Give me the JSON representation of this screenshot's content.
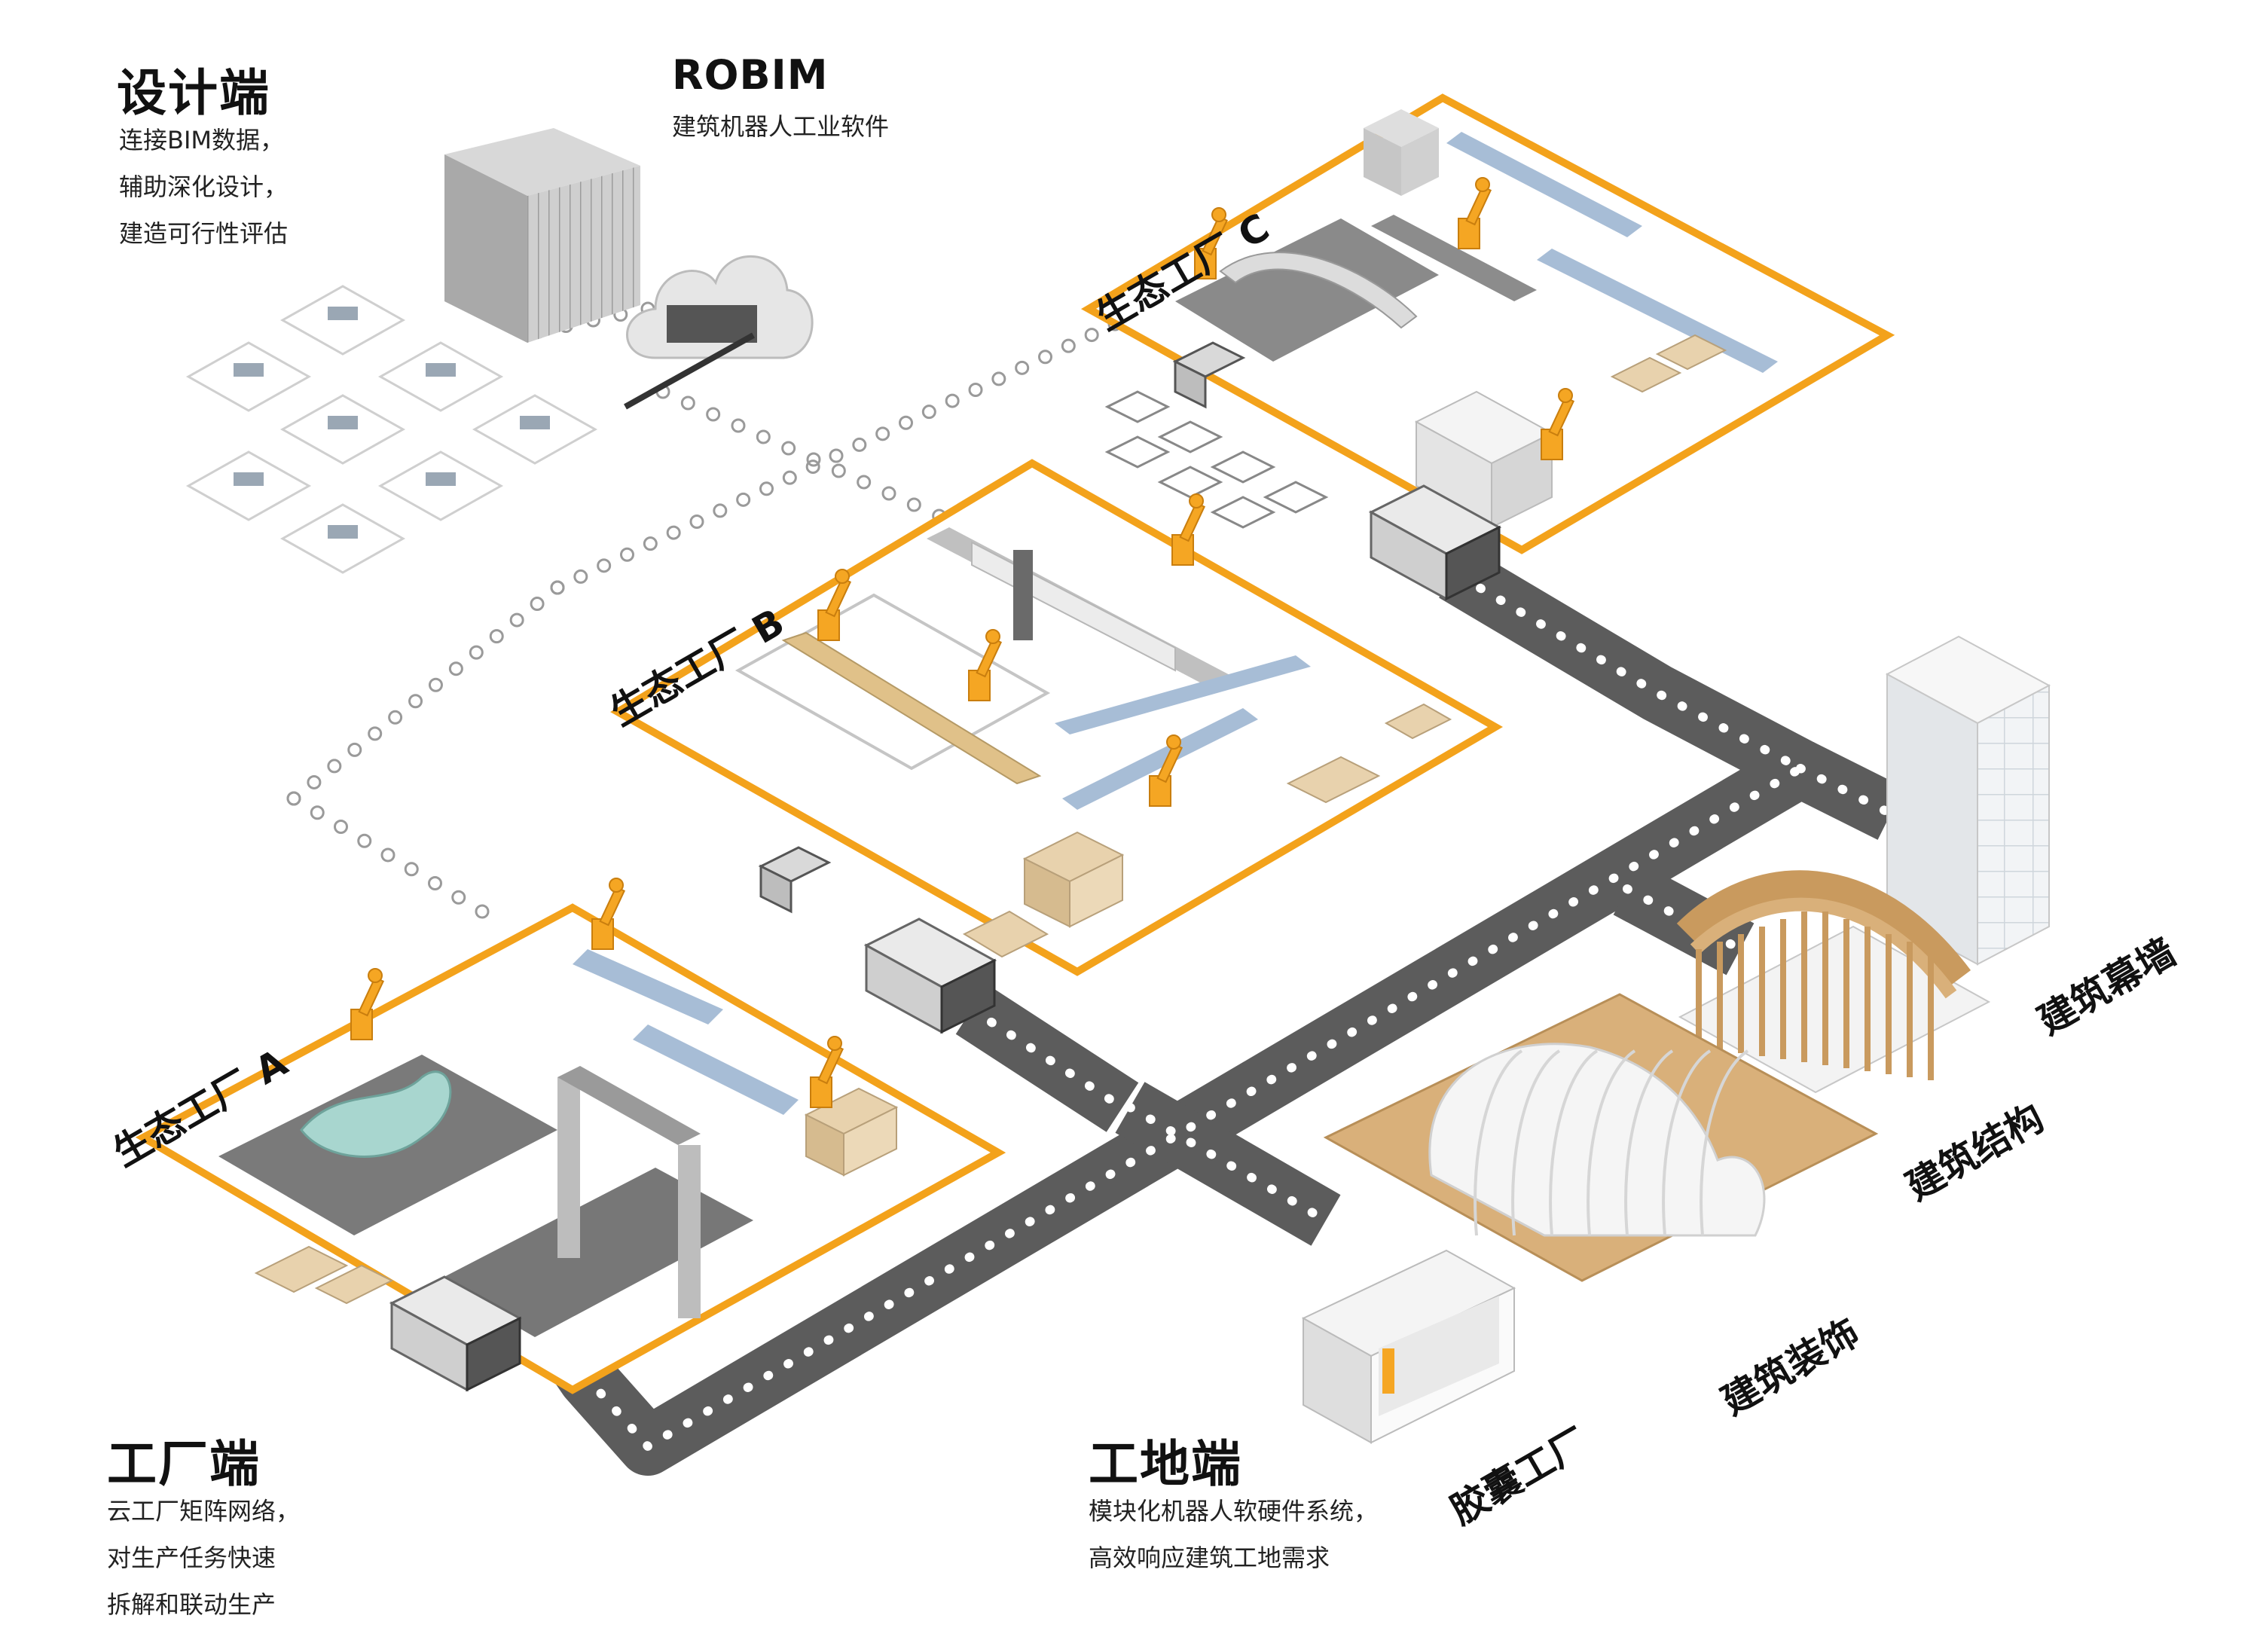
{
  "design": {
    "title": "设计端",
    "lines": [
      "连接BIM数据，",
      "辅助深化设计，",
      "建造可行性评估"
    ]
  },
  "software": {
    "title": "ROBIM",
    "subtitle": "建筑机器人工业软件"
  },
  "factory": {
    "title": "工厂端",
    "lines": [
      "云工厂矩阵网络，",
      "对生产任务快速",
      "拆解和联动生产"
    ]
  },
  "site": {
    "title": "工地端",
    "lines": [
      "模块化机器人软硬件系统，",
      "高效响应建筑工地需求"
    ]
  },
  "eco_factories": {
    "a": "生态工厂 A",
    "b": "生态工厂 B",
    "c": "生态工厂 C"
  },
  "capsule": "胶囊工厂",
  "outputs": {
    "curtain_wall": "建筑幕墙",
    "structure": "建筑结构",
    "decoration": "建筑装饰"
  },
  "colors": {
    "frame": "#f3a21b",
    "road": "#5a5a5a",
    "robot": "#f5a623",
    "wood": "#d9b07a",
    "panel": "#e9eef3"
  },
  "icons": [
    "server-icon",
    "cloud-icon",
    "office-desk-icon",
    "robot-arm-icon",
    "truck-icon",
    "forklift-icon",
    "box-icon",
    "tower-icon",
    "dome-icon"
  ]
}
